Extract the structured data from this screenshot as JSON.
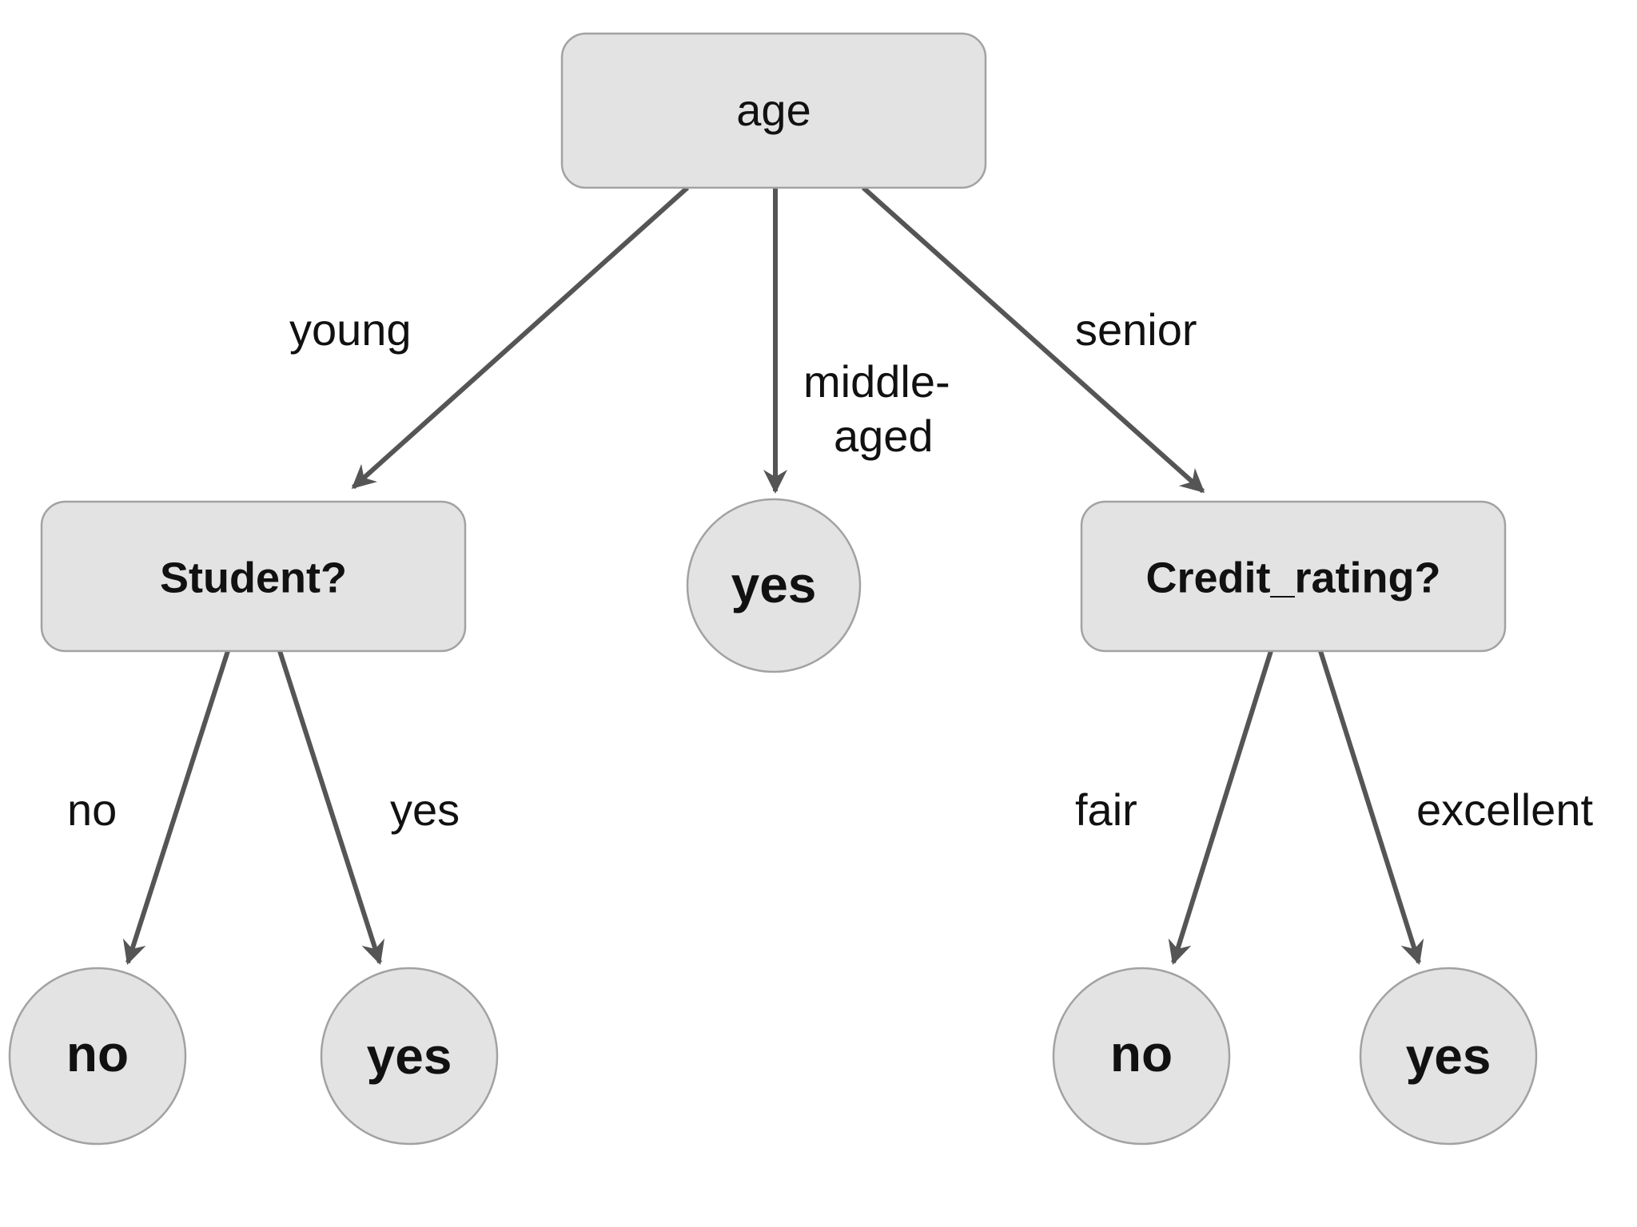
{
  "nodes": {
    "root": {
      "label": "age"
    },
    "student": {
      "label": "Student?"
    },
    "middle_leaf": {
      "label": "yes"
    },
    "credit": {
      "label": "Credit_rating?"
    },
    "student_no_leaf": {
      "label": "no"
    },
    "student_yes_leaf": {
      "label": "yes"
    },
    "credit_fair_leaf": {
      "label": "no"
    },
    "credit_excellent_leaf": {
      "label": "yes"
    }
  },
  "edges": {
    "young": "young",
    "middle_line1": "middle-",
    "middle_line2": "aged",
    "senior": "senior",
    "student_no": "no",
    "student_yes": "yes",
    "fair": "fair",
    "excellent": "excellent"
  },
  "colors": {
    "node_fill": "#e3e3e3",
    "node_stroke": "#a2a2a2",
    "edge": "#555555",
    "text": "#111111"
  }
}
